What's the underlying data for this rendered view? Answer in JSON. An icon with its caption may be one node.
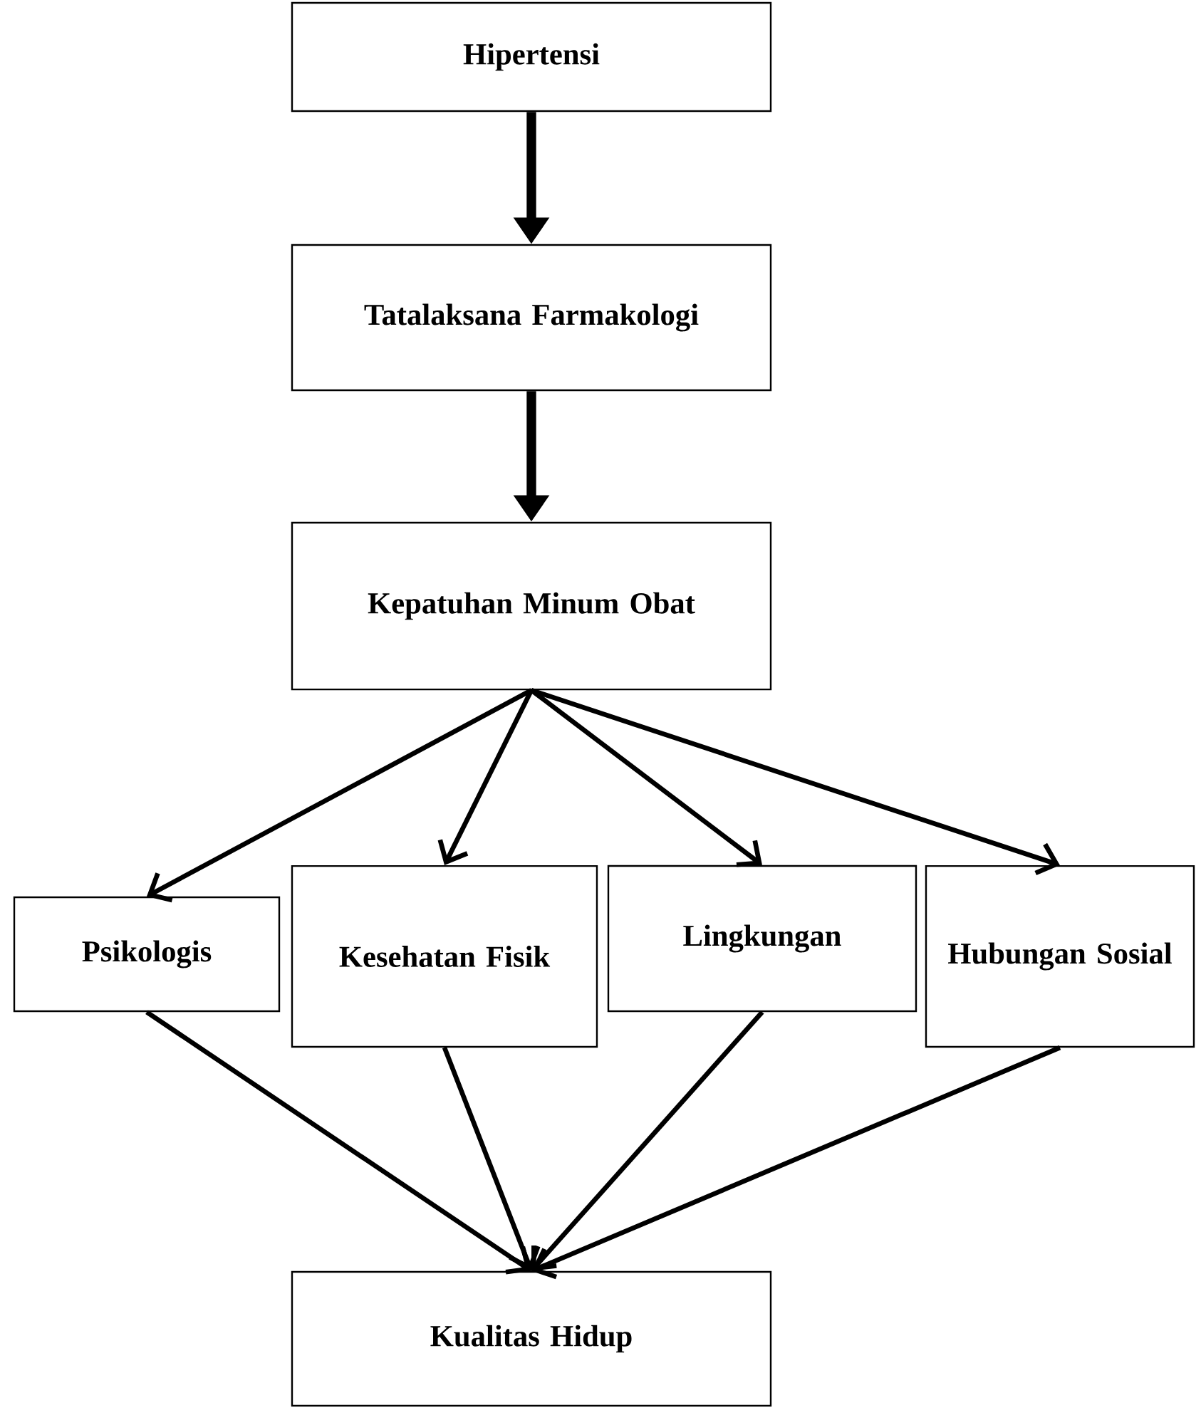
{
  "diagram": {
    "nodes": [
      {
        "text": [
          "Hipertensi"
        ]
      },
      {
        "text": [
          "Tatalaksana Farmakologi"
        ]
      },
      {
        "text": [
          "Kepatuhan Minum Obat"
        ]
      },
      {
        "text": [
          "Psikologis"
        ]
      },
      {
        "text": [
          "Kesehatan Fisik"
        ]
      },
      {
        "text": [
          "Lingkungan"
        ]
      },
      {
        "text": [
          "Hubungan Sosial"
        ]
      },
      {
        "text": [
          "Kualitas Hidup"
        ]
      }
    ],
    "edges": [
      {
        "from": 0,
        "to": 1,
        "arrow": "to",
        "style": "thick"
      },
      {
        "from": 1,
        "to": 2,
        "arrow": "to",
        "style": "thick"
      },
      {
        "from": 2,
        "to": 3,
        "arrow": "to"
      },
      {
        "from": 2,
        "to": 4,
        "arrow": "to"
      },
      {
        "from": 2,
        "to": 5,
        "arrow": "to"
      },
      {
        "from": 2,
        "to": 6,
        "arrow": "to"
      },
      {
        "from": 3,
        "to": 7,
        "arrow": "to"
      },
      {
        "from": 4,
        "to": 7,
        "arrow": "to"
      },
      {
        "from": 5,
        "to": 7,
        "arrow": "to"
      },
      {
        "from": 6,
        "to": 7,
        "arrow": "to"
      }
    ]
  }
}
